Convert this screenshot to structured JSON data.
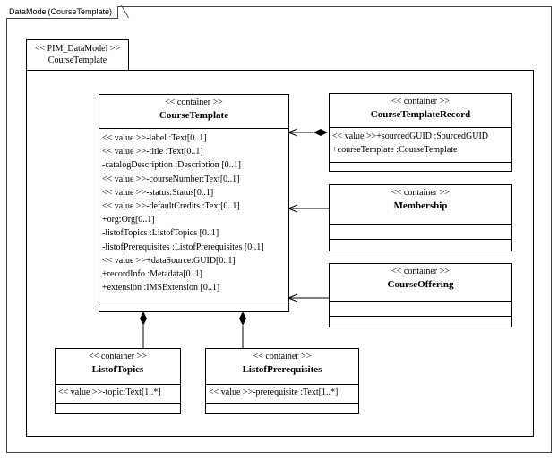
{
  "frame": {
    "title": "DataModel(CourseTemplate)"
  },
  "package": {
    "stereotype": "<< PIM_DataModel >>",
    "name": "CourseTemplate"
  },
  "classes": {
    "course_template": {
      "stereotype": "<< container >>",
      "name": "CourseTemplate",
      "attributes": [
        "<< value >>-label :Text[0..1]",
        "<< value >>-title :Text[0..1]",
        "-catalogDescription  :Description [0..1]",
        "<< value >>-courseNumber:Text[0..1]",
        "<< value >>-status:Status[0..1]",
        "<< value >>-defaultCredits :Text[0..1]",
        "+org:Org[0..1]",
        "-listofTopics  :ListofTopics [0..1]",
        "-listofPrerequisites  :ListofPrerequisites  [0..1]",
        "<< value >>+dataSource:GUID[0..1]",
        "+recordInfo :Metadata[0..1]",
        "+extension :IMSExtension [0..1]"
      ]
    },
    "course_template_record": {
      "stereotype": "<< container >>",
      "name": "CourseTemplateRecord",
      "attributes": [
        "<< value >>+sourcedGUID :SourcedGUID",
        "+courseTemplate :CourseTemplate"
      ]
    },
    "membership": {
      "stereotype": "<< container >>",
      "name": "Membership"
    },
    "course_offering": {
      "stereotype": "<< container >>",
      "name": "CourseOffering"
    },
    "listof_topics": {
      "stereotype": "<< container >>",
      "name": "ListofTopics",
      "attributes": [
        "<< value >>-topic:Text[1..*]"
      ]
    },
    "listof_prerequisites": {
      "stereotype": "<< container >>",
      "name": "ListofPrerequisites",
      "attributes": [
        "<< value >>-prerequisite :Text[1..*]"
      ]
    }
  }
}
